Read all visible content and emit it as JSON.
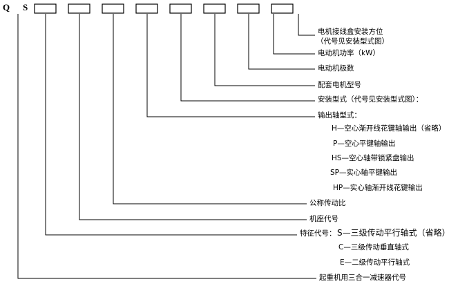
{
  "header": {
    "letter_q": "Q",
    "letter_s": "S"
  },
  "labels": {
    "motor_box_position": "电机接线盒安装方位",
    "motor_box_note": "（代号见安装型式图）",
    "motor_power": "电动机功率（kW）",
    "motor_poles": "电动机极数",
    "motor_model": "配套电机型号",
    "mounting_type": "安装型式（代号见安装型式图）：",
    "output_shaft": "输出轴型式：",
    "shaft_h": "H—空心渐开线花键轴输出（省略）",
    "shaft_p": "P—空心平键轴输出",
    "shaft_hs": "HS—空心轴带锁紧盘输出",
    "shaft_sp": "SP—实心轴平键输出",
    "shaft_hp": "HP—实心轴渐开线花键输出",
    "nominal_ratio": "公称传动比",
    "frame_code": "机座代号",
    "feature_code": "特征代号：",
    "feature_s": "S—三级传动平行轴式（省略）",
    "feature_c": "C—三级传动垂直轴式",
    "feature_e": "E—二级传动平行轴式",
    "product_name": "起重机用三合一减速器代号"
  }
}
